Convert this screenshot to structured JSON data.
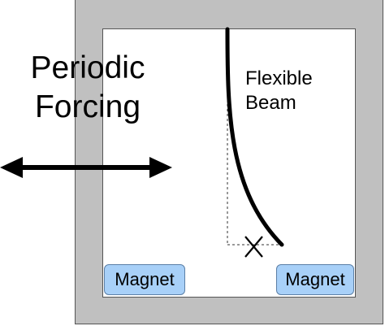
{
  "forcing": {
    "line1": "Periodic",
    "line2": "Forcing"
  },
  "beam": {
    "line1": "Flexible",
    "line2": "Beam"
  },
  "magnets": {
    "left_label": "Magnet",
    "right_label": "Magnet"
  },
  "colors": {
    "frame": "#c0c0c0",
    "inner": "#ffffff",
    "magnet_fill": "#a8d0f8",
    "magnet_border": "#5b7fa6",
    "beam": "#000000"
  },
  "icons": {
    "arrow": "double-headed-arrow",
    "tip_marker": "x-mark"
  }
}
